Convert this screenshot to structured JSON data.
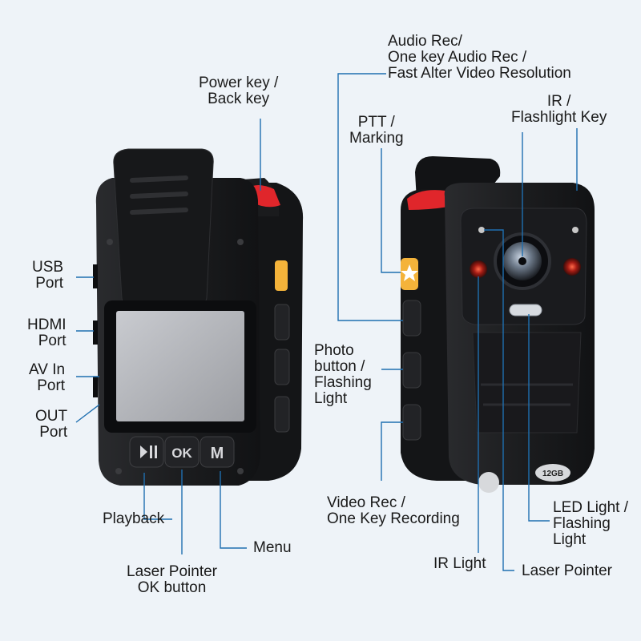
{
  "labels": {
    "power_key": "Power key /\nBack key",
    "audio_rec": "Audio Rec/\nOne key Audio Rec /\nFast Alter Video Resolution",
    "ir_flashlight": "IR /\nFlashlight Key",
    "ptt": "PTT /\nMarking",
    "usb": "USB\nPort",
    "hdmi": "HDMI\nPort",
    "av_in": "AV In\nPort",
    "out": "OUT\nPort",
    "photo": "Photo\nbutton /\nFlashing\nLight",
    "video_rec": "Video Rec /\nOne Key Recording",
    "playback": "Playback",
    "menu": "Menu",
    "laser_ok": "Laser Pointer\nOK button",
    "ir_light": "IR Light",
    "laser_pointer": "Laser Pointer",
    "led_light": "LED Light /\nFlashing\nLight"
  },
  "device": {
    "ok_key": "OK",
    "menu_key": "M",
    "storage_badge": "12GB"
  },
  "colors": {
    "line": "#1f6fb0",
    "body": "#1b1c1e",
    "power_key": "#e0262b",
    "ptt_key": "#f4b33a"
  }
}
